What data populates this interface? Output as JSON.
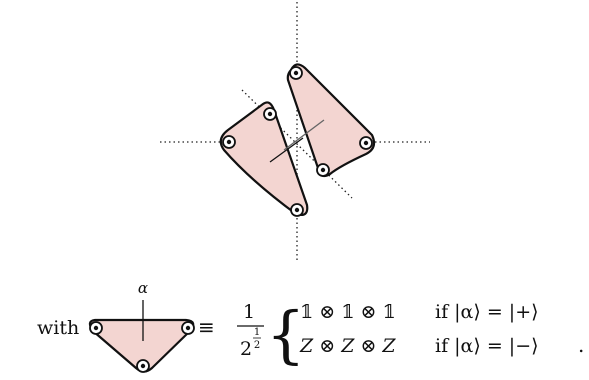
{
  "equation": {
    "lhs_prefix": "with",
    "phase_label": "α",
    "equiv": "≡",
    "fraction": {
      "numerator": "1",
      "base": "2",
      "exp_num": "1",
      "exp_den": "2"
    },
    "brace": "{",
    "cases": [
      {
        "expr": "𝟙 ⊗ 𝟙 ⊗ 𝟙",
        "condition": "if |α⟩ = |+⟩"
      },
      {
        "expr": "Z ⊗ Z ⊗ Z",
        "condition": "if |α⟩ = |−⟩"
      }
    ],
    "terminator": "."
  }
}
